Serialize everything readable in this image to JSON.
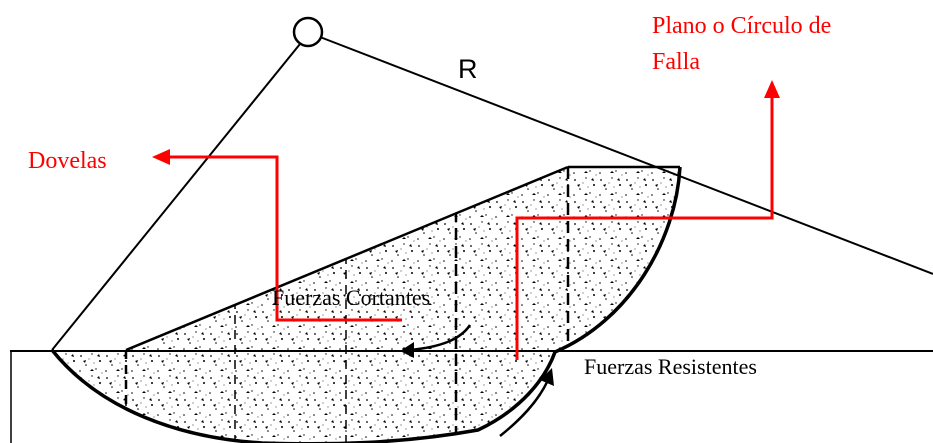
{
  "labels": {
    "radius": "R",
    "failure_plane_line1": "Plano o Círculo de",
    "failure_plane_line2": "Falla",
    "slices": "Dovelas",
    "shear_forces": "Fuerzas Cortantes",
    "resisting_forces": "Fuerzas Resistentes"
  },
  "colors": {
    "annotation": "#ff0000",
    "drawing": "#000000",
    "background": "#ffffff"
  }
}
